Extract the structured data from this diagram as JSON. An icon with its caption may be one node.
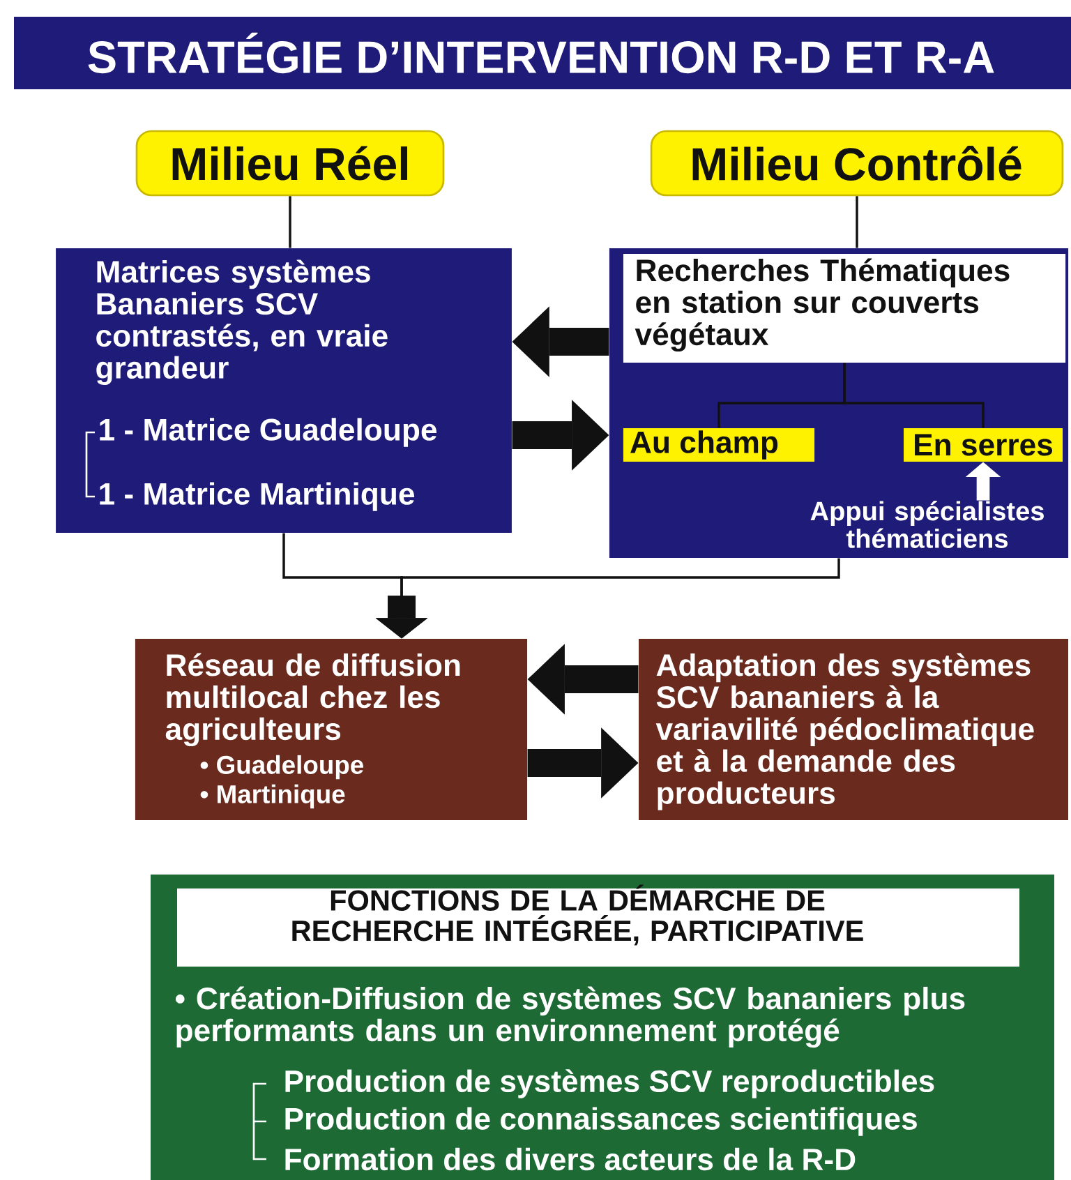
{
  "diagram": {
    "title": "STRATÉGIE D’INTERVENTION R-D ET R-A",
    "nodes": [
      {
        "text": [
          "Milieu Réel"
        ]
      },
      {
        "text": [
          "Milieu Contrôlé"
        ]
      },
      {
        "text": [
          "Matrices systèmes Bananiers SCV contrastés, en vraie grandeur",
          "1 - Matrice Guadeloupe",
          "1 - Matrice Martinique"
        ]
      },
      {
        "text": [],
        "shape": "box"
      },
      {
        "text": [
          "Recherches Thématiques en station sur couverts végétaux"
        ],
        "in": 3
      },
      {
        "text": [
          "Au champ"
        ],
        "in": 3
      },
      {
        "text": [
          "En serres"
        ],
        "in": 3
      },
      {
        "text": [
          "Appui spécialistes thématiciens"
        ],
        "in": 3
      },
      {
        "text": [
          "Réseau de diffusion multilocal chez les agriculteurs",
          "• Guadeloupe",
          "• Martinique"
        ]
      },
      {
        "text": [
          "Adaptation des systèmes SCV bananiers à la variavilité pédoclimatique et à la demande des producteurs"
        ]
      },
      {
        "text": [
          "• Création-Diffusion de systèmes SCV bananiers plus performants dans un environnement protégé",
          "Production de systèmes SCV reproductibles",
          "Production de connaissances scientifiques",
          "Formation des divers acteurs de la R-D"
        ]
      },
      {
        "text": [
          "FONCTIONS DE LA DÉMARCHE DE RECHERCHE INTÉGRÉE, PARTICIPATIVE"
        ],
        "in": 10
      }
    ],
    "edges": [
      {
        "from": 0,
        "to": 2,
        "arrow": "none"
      },
      {
        "from": 1,
        "to": 3,
        "arrow": "none"
      },
      {
        "from": 3,
        "to": 2,
        "arrow": "to",
        "style": "thick"
      },
      {
        "from": 2,
        "to": 3,
        "arrow": "to",
        "style": "thick"
      },
      {
        "from": 4,
        "to": 5,
        "arrow": "none"
      },
      {
        "from": 4,
        "to": 6,
        "arrow": "none"
      },
      {
        "from": 7,
        "to": 6,
        "arrow": "to",
        "style": "thick",
        "color": "#ffffff"
      },
      {
        "from": 2,
        "to": 8,
        "arrow": "to"
      },
      {
        "from": 3,
        "to": 8,
        "arrow": "to"
      },
      {
        "from": 9,
        "to": 8,
        "arrow": "to",
        "style": "thick"
      },
      {
        "from": 8,
        "to": 9,
        "arrow": "to",
        "style": "thick"
      }
    ]
  }
}
